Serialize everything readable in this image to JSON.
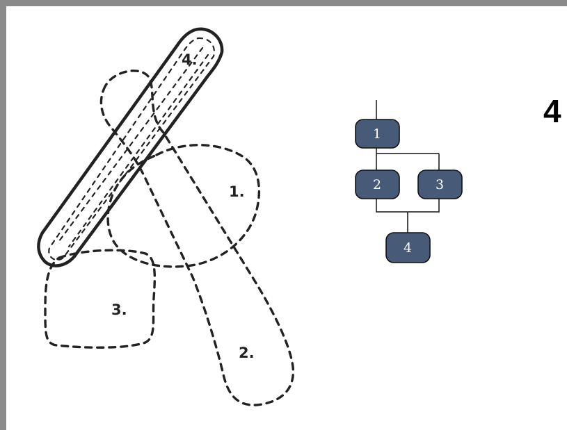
{
  "page_number": "4",
  "sketch": {
    "shapes": [
      {
        "id": "1",
        "label": "1.",
        "outline": "dashed",
        "shape": "blob"
      },
      {
        "id": "2",
        "label": "2.",
        "outline": "dashed",
        "shape": "elongated"
      },
      {
        "id": "3",
        "label": "3.",
        "outline": "dashed",
        "shape": "rounded-square"
      },
      {
        "id": "4",
        "label": "4.",
        "outline": "solid-hatched",
        "shape": "elongated"
      }
    ]
  },
  "tree": {
    "nodes": [
      "1",
      "2",
      "3",
      "4"
    ],
    "edges": [
      [
        "1",
        "2"
      ],
      [
        "1",
        "3"
      ],
      [
        "2",
        "4"
      ],
      [
        "3",
        "4"
      ]
    ],
    "node_color": "#475a78",
    "text_color": "#ffffff"
  }
}
